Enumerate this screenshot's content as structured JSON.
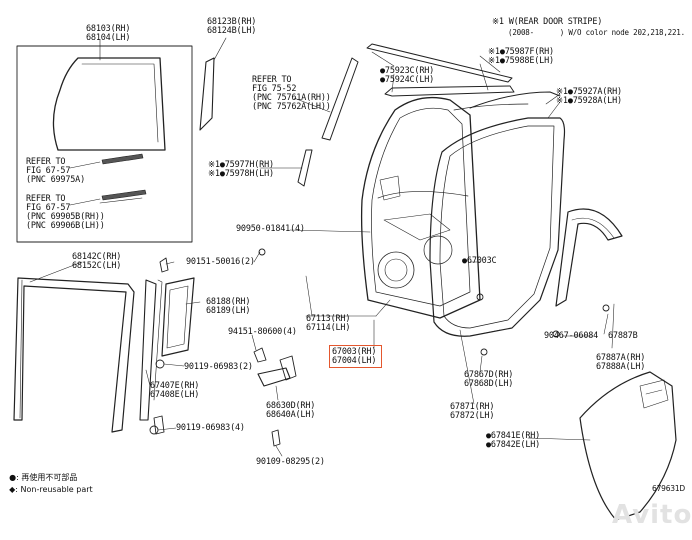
{
  "diagram_id": "679631D",
  "note_header": [
    "※1 W(REAR DOOR STRIPE)",
    "(2008-      ) W/O color node 202,218,221."
  ],
  "legend": {
    "reuse_symbol": "●",
    "reuse_text": ": 再使用不可部品",
    "nonreuse_symbol": "◆",
    "nonreuse_text": ": Non-reusable part"
  },
  "watermark": "Avito",
  "labels": {
    "p68103": "68103(RH)\n68104(LH)",
    "p68123": "68123B(RH)\n68124B(LH)",
    "ref7552": "REFER TO\nFIG 75-52\n(PNC 75761A(RH))\n(PNC 75762A(LH))",
    "p75923": "●75923C(RH)\n●75924C(LH)",
    "p75987": "※1●75987F(RH)\n※1●75988E(LH)",
    "p75927": "※1●75927A(RH)\n※1●75928A(LH)",
    "ref6757a": "REFER TO\nFIG 67-57\n(PNC 69975A)",
    "ref6757b": "REFER TO\nFIG 67-57\n(PNC 69905B(RH))\n(PNC 69906B(LH))",
    "p75977": "※1●75977H(RH)\n※1●75978H(LH)",
    "p90950": "90950-01841(4)",
    "p68142": "68142C(RH)\n68152C(LH)",
    "p90151": "90151-50016(2)",
    "p67003c": "●67003C",
    "p68188": "68188(RH)\n68189(LH)",
    "p94151": "94151-80600(4)",
    "p67113": "67113(RH)\n67114(LH)",
    "p67003": "67003(RH)\n67004(LH)",
    "p90467": "90467-06084",
    "p67887b": "67887B",
    "p67887a": "67887A(RH)\n67888A(LH)",
    "p90119a": "90119-06983(2)",
    "p67407": "67407E(RH)\n67408E(LH)",
    "p68630": "68630D(RH)\n68640A(LH)",
    "p67867": "67867D(RH)\n67868D(LH)",
    "p67871": "67871(RH)\n67872(LH)",
    "p90119b": "90119-06983(4)",
    "p67841": "●67841E(RH)\n●67842E(LH)",
    "p90109": "90109-08295(2)"
  }
}
